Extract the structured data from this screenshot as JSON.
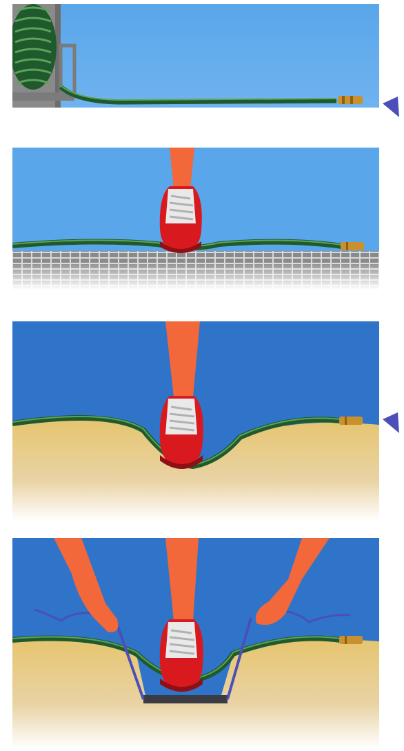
{
  "illustration": {
    "panels": [
      {
        "id": "p1",
        "scene": "hose-reel-with-hose-on-ground",
        "surface": "none"
      },
      {
        "id": "p2",
        "scene": "shoe-on-hose",
        "surface": "paving"
      },
      {
        "id": "p3",
        "scene": "shoe-on-hose",
        "surface": "sand"
      },
      {
        "id": "p4",
        "scene": "hands-pulling-wire-under-plate",
        "surface": "sand"
      }
    ],
    "colors": {
      "sky": "#4f9ae0",
      "sky_deep": "#2f74c9",
      "hose": "#1f5a2c",
      "hose_highlight": "#5fa35a",
      "brass": "#c9912e",
      "shoe": "#d81a1f",
      "skin": "#f2683a",
      "sand": "#e6c56f",
      "paving": "#9a9a9a",
      "plate": "#3b3b44",
      "wire": "#4b4fb8"
    },
    "icons": [
      "hose-reel-icon",
      "hose-nozzle-icon",
      "water-spray-icon",
      "shoe-icon",
      "hand-icon"
    ]
  }
}
